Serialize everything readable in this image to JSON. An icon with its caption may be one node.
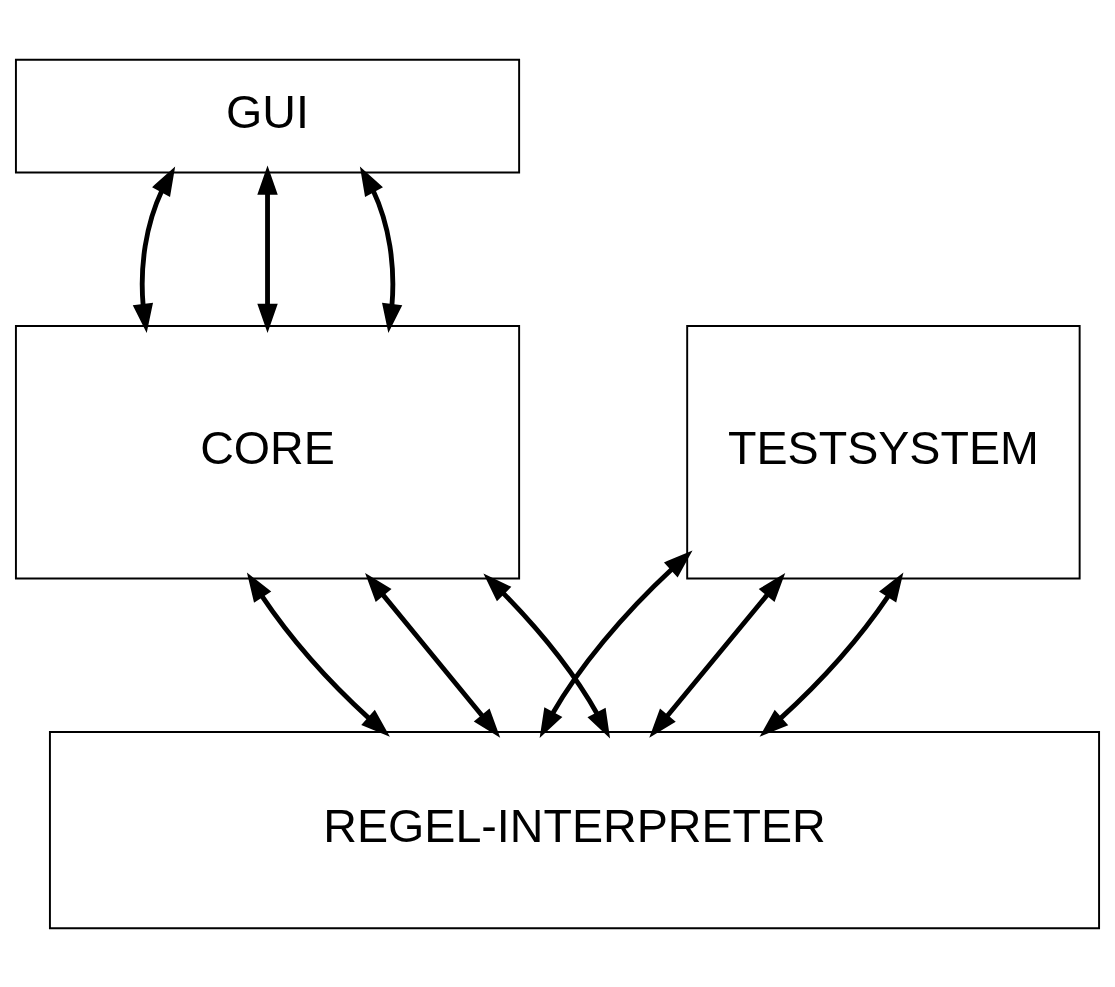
{
  "diagram": {
    "nodes": [
      {
        "text": [
          "GUI"
        ]
      },
      {
        "text": [
          "CORE"
        ]
      },
      {
        "text": [
          "TESTSYSTEM"
        ]
      },
      {
        "text": [
          "REGEL-INTERPRETER"
        ]
      }
    ],
    "edges": [
      {
        "from": 0,
        "to": 1,
        "arrow": "both"
      },
      {
        "from": 0,
        "to": 1,
        "arrow": "both"
      },
      {
        "from": 0,
        "to": 1,
        "arrow": "both"
      },
      {
        "from": 1,
        "to": 3,
        "arrow": "both"
      },
      {
        "from": 1,
        "to": 3,
        "arrow": "both"
      },
      {
        "from": 1,
        "to": 3,
        "arrow": "both"
      },
      {
        "from": 2,
        "to": 3,
        "arrow": "both"
      },
      {
        "from": 2,
        "to": 3,
        "arrow": "both"
      },
      {
        "from": 2,
        "to": 3,
        "arrow": "both"
      }
    ]
  }
}
